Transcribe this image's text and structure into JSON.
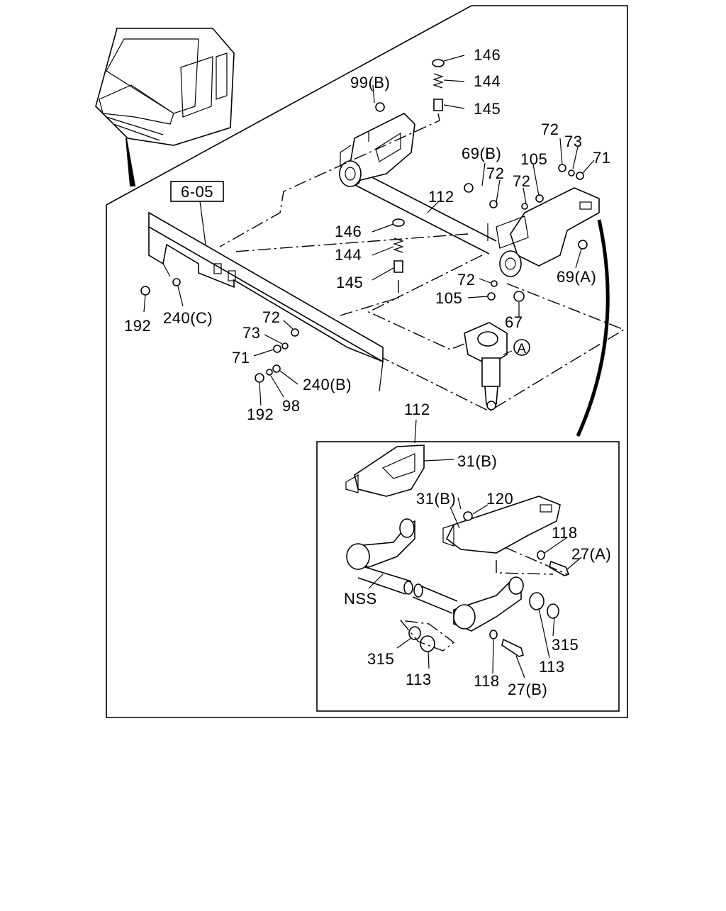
{
  "diagram": {
    "section_ref": "6-05",
    "detail_marker": "A",
    "callouts": {
      "c146_top": "146",
      "c144_top": "144",
      "c145_top": "145",
      "c99b": "99(B)",
      "c72_r1": "72",
      "c73_r": "73",
      "c71_r": "71",
      "c69b": "69(B)",
      "c105_r": "105",
      "c72_r2": "72",
      "c72_r3": "72",
      "c112_main": "112",
      "c146_mid": "146",
      "c144_mid": "144",
      "c145_mid": "145",
      "c69a": "69(A)",
      "c72_c": "72",
      "c105_c": "105",
      "c67": "67",
      "c192_l": "192",
      "c240c": "240(C)",
      "c72_l": "72",
      "c73_l": "73",
      "c71_l": "71",
      "c240b": "240(B)",
      "c192_b": "192",
      "c98": "98",
      "c112_detail": "112",
      "c31b_top": "31(B)",
      "c31b_mid": "31(B)",
      "c120": "120",
      "c118_r": "118",
      "c27a": "27(A)",
      "nss": "NSS",
      "c315_r": "315",
      "c113_r": "113",
      "c315_l": "315",
      "c113_l": "113",
      "c118_b": "118",
      "c27b": "27(B)"
    }
  }
}
